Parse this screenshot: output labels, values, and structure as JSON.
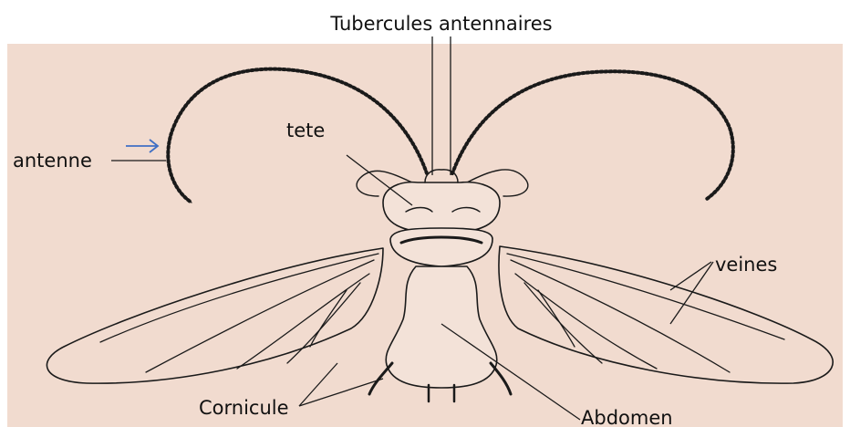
{
  "diagram": {
    "labels": {
      "tubercules": "Tubercules antennaires",
      "tete": "tete",
      "antenne": "antenne",
      "veines": "veines",
      "cornicule": "Cornicule",
      "abdomen": "Abdomen"
    },
    "colors": {
      "background_panel": "#f1dbcf",
      "page": "#ffffff",
      "ink": "#1a1a1a",
      "arrow": "#3f6fc4"
    }
  }
}
